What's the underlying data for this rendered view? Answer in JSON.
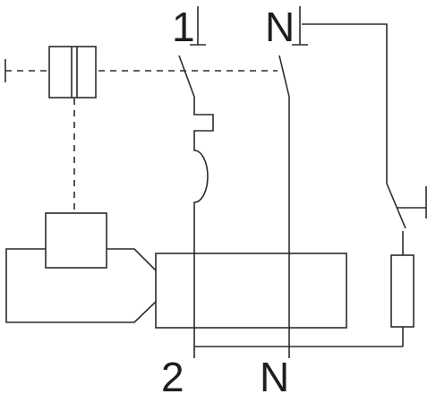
{
  "diagram": {
    "type": "circuit-breaker-schematic",
    "terminals": {
      "line_top": "1",
      "neutral_top": "N",
      "line_bottom": "2",
      "neutral_bottom": "N"
    },
    "colors": {
      "line": "#2b2b2b",
      "background": "#ffffff"
    }
  }
}
